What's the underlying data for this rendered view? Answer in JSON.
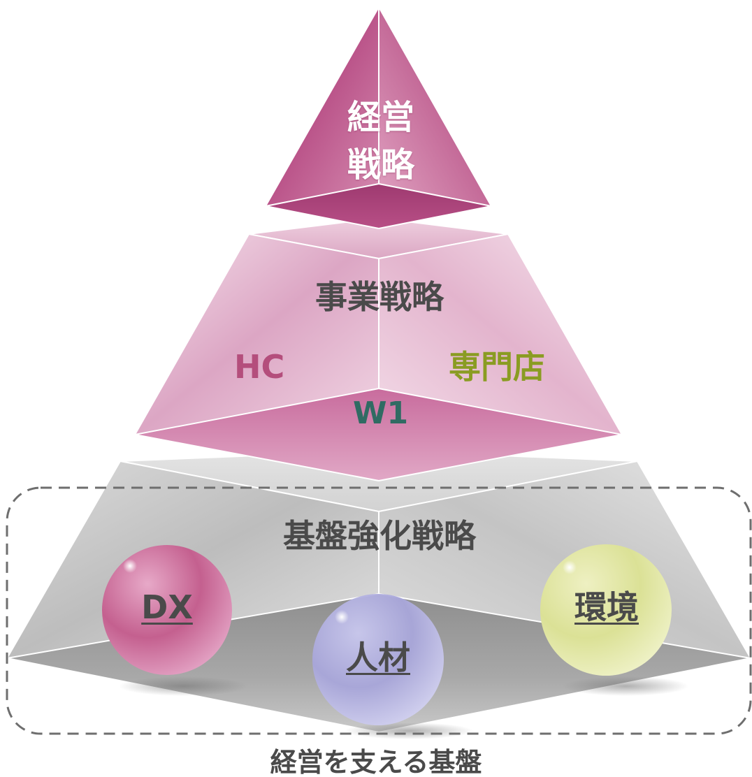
{
  "colors": {
    "apex": "#b84f86",
    "middle": "#e9bfd5",
    "middle_dark": "#c86c9d",
    "base": "#c6c6c6",
    "base_dark": "#8e8e8e",
    "ball_dx": "#c4608f",
    "ball_jinzai": "#a8a6da",
    "ball_kankyo": "#dbe196",
    "dashed_frame": "#6e6e6e"
  },
  "tiers": {
    "top": {
      "title": "経営\n戦略"
    },
    "middle": {
      "title": "事業戦略",
      "segments": [
        {
          "label": "HC",
          "color": "#b44e7c"
        },
        {
          "label": "専門店",
          "color": "#8a9c22"
        },
        {
          "label": "W1",
          "color": "#2f6b63"
        }
      ]
    },
    "base": {
      "title": "基盤強化戦略",
      "pillars": [
        {
          "label": "DX",
          "icon": "sphere-icon"
        },
        {
          "label": "人材",
          "icon": "sphere-icon"
        },
        {
          "label": "環境",
          "icon": "sphere-icon"
        }
      ]
    }
  },
  "caption": "経営を支える基盤"
}
